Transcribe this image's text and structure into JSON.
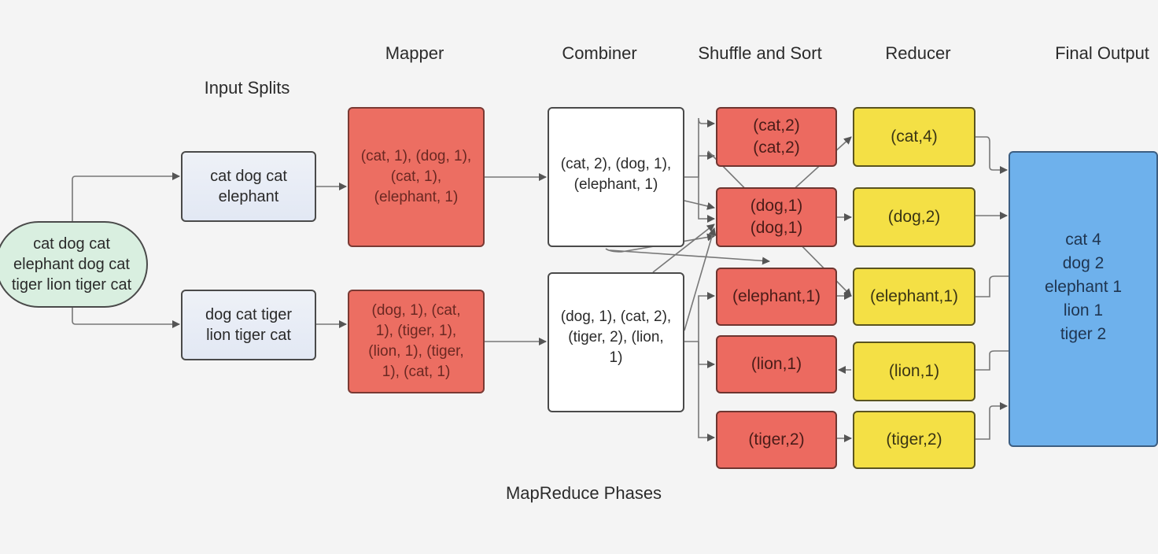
{
  "title": "MapReduce Phases",
  "phases": {
    "input_splits": "Input Splits",
    "mapper": "Mapper",
    "combiner": "Combiner",
    "shuffle_sort": "Shuffle and Sort",
    "reducer": "Reducer",
    "final_output": "Final Output"
  },
  "input": "cat dog cat\nelephant dog cat\ntiger lion tiger cat",
  "splits": [
    "cat dog cat\nelephant",
    "dog cat tiger\nlion tiger cat"
  ],
  "mappers": [
    "(cat, 1), (dog, 1),\n(cat, 1),\n(elephant, 1)",
    "(dog, 1), (cat,\n1), (tiger, 1),\n(lion, 1), (tiger,\n1), (cat, 1)"
  ],
  "combiners": [
    "(cat, 2), (dog, 1),\n(elephant, 1)",
    "(dog, 1), (cat, 2),\n(tiger, 2), (lion,\n1)"
  ],
  "shuffle": [
    "(cat,2)\n(cat,2)",
    "(dog,1)\n(dog,1)",
    "(elephant,1)",
    "(lion,1)",
    "(tiger,2)"
  ],
  "reducers": [
    "(cat,4)",
    "(dog,2)",
    "(elephant,1)",
    "(lion,1)",
    "(tiger,2)"
  ],
  "final_output": "cat 4\ndog 2\nelephant 1\nlion 1\ntiger 2",
  "colors": {
    "input": "#d9efe0",
    "split": "#e6ebf5",
    "mapper": "#ec6e62",
    "combiner": "#ffffff",
    "shuffle": "#ec6a60",
    "reducer": "#f4e045",
    "final": "#6eb1ec",
    "edge": "#6a6a6a"
  }
}
